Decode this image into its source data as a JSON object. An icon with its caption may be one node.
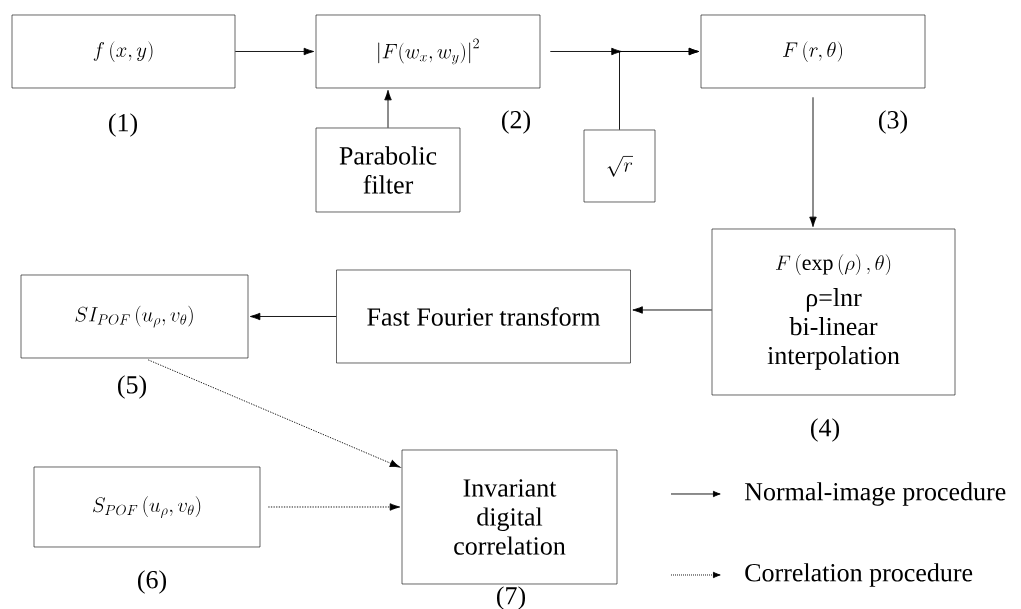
{
  "diagram": {
    "nodes": [
      {
        "text": [
          "f\\left(x, y\\right)"
        ],
        "beside": [
          "(1)"
        ]
      },
      {
        "text": [
          "\\left|F(w_{x}, w_{y})\\right|^{2}"
        ],
        "beside": [
          "(2)"
        ]
      },
      {
        "text": [
          "Parabolic filter"
        ]
      },
      {
        "text": [
          "\\sqrt{r}"
        ]
      },
      {
        "text": [
          "F\\left(r, \\theta\\right)"
        ],
        "beside": [
          "(3)"
        ]
      },
      {
        "text": [
          "F\\left(\\exp\\left(\\rho\\right), \\theta\\right)",
          "ρ=lnr bi-linear interpolation"
        ],
        "beside": [
          "(4)"
        ]
      },
      {
        "text": [
          "Fast Fourier transform"
        ]
      },
      {
        "text": [
          "SI_{POF}\\left(u_{\\rho}, v_{\\theta}\\right)"
        ],
        "beside": [
          "(5)"
        ]
      },
      {
        "text": [
          "S_{POF}\\left(u_{\\rho}, v_{\\theta}\\right)"
        ],
        "beside": [
          "(6)"
        ]
      },
      {
        "text": [
          "Invariant digital correlation"
        ],
        "beside": [
          "(7)"
        ]
      }
    ],
    "edges": [
      {
        "from": 0,
        "to": 1,
        "arrow": "to"
      },
      {
        "from": 2,
        "to": 1,
        "arrow": "to"
      },
      {
        "from": 1,
        "to": 4,
        "arrow": "to"
      },
      {
        "from": 3,
        "to": 4,
        "arrow": "to"
      },
      {
        "from": 4,
        "to": 5,
        "arrow": "to"
      },
      {
        "from": 5,
        "to": 6,
        "arrow": "to"
      },
      {
        "from": 6,
        "to": 7,
        "arrow": "to"
      },
      {
        "from": 7,
        "to": 9,
        "arrow": "to",
        "style": "dashed"
      },
      {
        "from": 8,
        "to": 9,
        "arrow": "to",
        "style": "dashed"
      }
    ],
    "legend": [
      {
        "text": "Normal-image procedure"
      },
      {
        "text": "Correlation procedure"
      }
    ]
  }
}
